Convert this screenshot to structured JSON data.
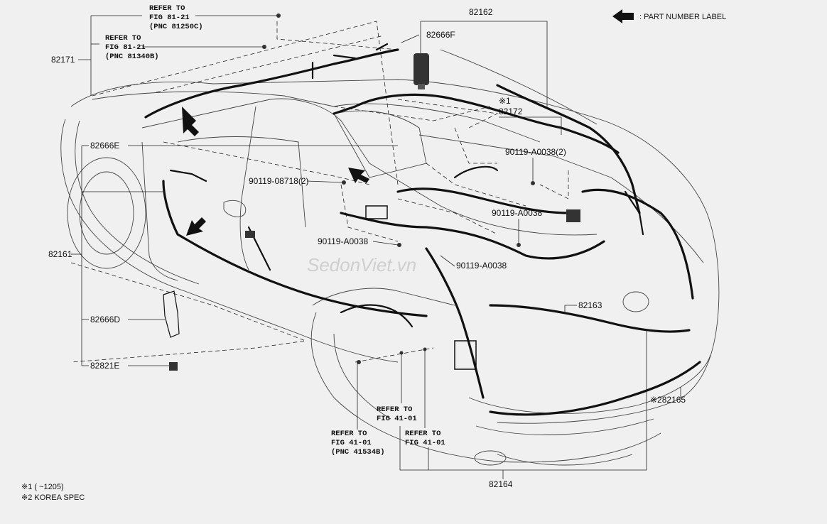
{
  "legend": {
    "arrow_text": ": PART NUMBER LABEL"
  },
  "part_labels": {
    "p82171": "82171",
    "p82162": "82162",
    "p82666F": "82666F",
    "p82172_mark": "※1",
    "p82172": "82172",
    "p82666E": "82666E",
    "p90119_A0038_2": "90119-A0038(2)",
    "p90119_08718_2": "90119-08718(2)",
    "p90119_A0038_a": "90119-A0038",
    "p90119_A0038_b": "90119-A0038",
    "p90119_A0038_c": "90119-A0038",
    "p82161": "82161",
    "p82163": "82163",
    "p82666D": "82666D",
    "p82821E": "82821E",
    "p82165": "※282165",
    "p82164": "82164"
  },
  "refer_notes": {
    "fig8121_a": {
      "line1": "REFER TO",
      "line2": "FIG 81-21",
      "line3": "(PNC 81250C)"
    },
    "fig8121_b": {
      "line1": "REFER TO",
      "line2": "FIG 81-21",
      "line3": "(PNC 81340B)"
    },
    "fig4101_a": {
      "line1": "REFER TO",
      "line2": "FIG 41-01"
    },
    "fig4101_b": {
      "line1": "REFER TO",
      "line2": "FIG 41-01",
      "line3": "(PNC 41534B)"
    },
    "fig4101_c": {
      "line1": "REFER TO",
      "line2": "FIG 41-01"
    }
  },
  "footnotes": {
    "note1": "※1 (        ~1205)",
    "note2": "※2 KOREA SPEC"
  },
  "watermark": "SedonViet.vn"
}
